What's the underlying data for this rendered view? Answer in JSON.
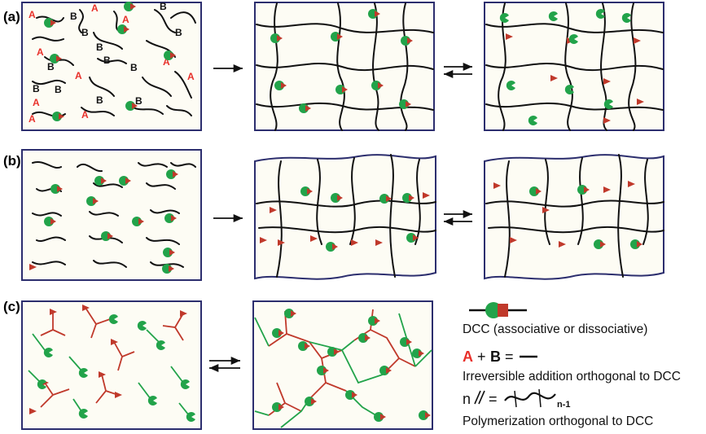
{
  "rows": {
    "a": {
      "label": "(a)"
    },
    "b": {
      "label": "(b)"
    },
    "c": {
      "label": "(c)"
    }
  },
  "panel_a1": {
    "letter_A": "A",
    "letter_B": "B"
  },
  "legend": {
    "dcc_text": "DCC (associative or dissociative)",
    "eq_A": "A",
    "eq_plus": "+",
    "eq_B": "B",
    "eq_equals": "=",
    "irreversible_text": "Irreversible addition orthogonal to DCC",
    "n_symbol": "n",
    "n_minus_1": "n-1",
    "polymerization_text": "Polymerization orthogonal to DCC"
  },
  "colors": {
    "panel_border": "#2c2e6e",
    "panel_fill": "#fdfcf4",
    "green": "#22a34a",
    "red": "#c0392b",
    "letter_A": "#e8302a"
  }
}
